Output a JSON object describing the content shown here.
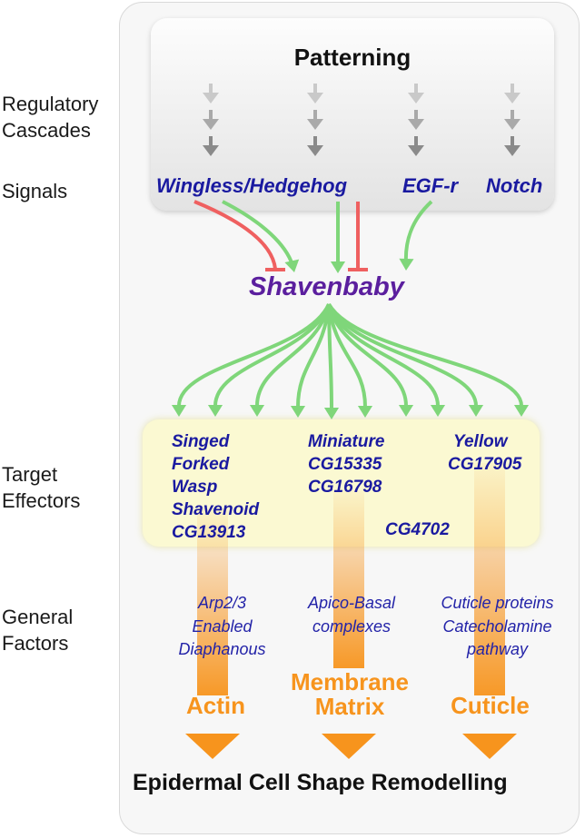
{
  "left_labels": {
    "regulatory_cascades": [
      "Regulatory",
      "Cascades"
    ],
    "signals": "Signals",
    "target_effectors": [
      "Target",
      "Effectors"
    ],
    "general_factors": [
      "General",
      "Factors"
    ]
  },
  "patterning_title": "Patterning",
  "signals": {
    "wingless_hedgehog": "Wingless/Hedgehog",
    "egfr": "EGF-r",
    "notch": "Notch"
  },
  "hub": "Shavenbaby",
  "targets": {
    "col1": [
      "Singed",
      "Forked",
      "Wasp",
      "Shavenoid",
      "CG13913"
    ],
    "col2": [
      "Miniature",
      "CG15335",
      "CG16798"
    ],
    "col3": [
      "Yellow",
      "CG17905"
    ],
    "extra": "CG4702"
  },
  "general_factors": {
    "col1": [
      "Arp2/3",
      "Enabled",
      "Diaphanous"
    ],
    "col2": [
      "Apico-Basal",
      "complexes"
    ],
    "col3": [
      "Cuticle proteins",
      "Catecholamine",
      "pathway"
    ]
  },
  "categories": {
    "actin": "Actin",
    "membrane_matrix": [
      "Membrane",
      "Matrix"
    ],
    "cuticle": "Cuticle"
  },
  "bottom_title": "Epidermal Cell Shape Remodelling",
  "colors": {
    "activation": "#7fd67a",
    "repression": "#ef6060",
    "cascade_arrow": "#a6a6a6",
    "gene_text": "#1a1aa0",
    "hub_text": "#5b1f9e",
    "orange": "#f7941d"
  }
}
